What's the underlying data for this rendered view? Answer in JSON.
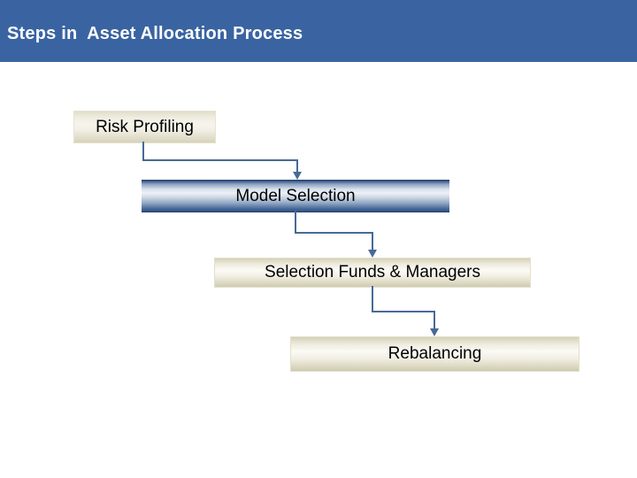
{
  "header": {
    "title": "Steps in  Asset Allocation Process"
  },
  "flow": {
    "steps": [
      {
        "label": "Risk Profiling"
      },
      {
        "label": "Model Selection"
      },
      {
        "label": "Selection Funds & Managers"
      },
      {
        "label": "Rebalancing"
      }
    ]
  },
  "palette": {
    "header_bg": "#3A64A1",
    "title_text": "#FCFDFE",
    "connector": "#466A96",
    "cream_box_top": "#E2DEC9",
    "cream_box_mid": "#F6F4EB",
    "cream_box_bottom": "#D5D1B9",
    "blue_box_dark": "#2E4E7E",
    "blue_box_light": "#EDF1F7",
    "tan_box_top": "#D6D2B8",
    "tan_box_mid": "#FBFAF4",
    "tan_box_bottom": "#CFCBB0",
    "box_text": "#000000"
  }
}
